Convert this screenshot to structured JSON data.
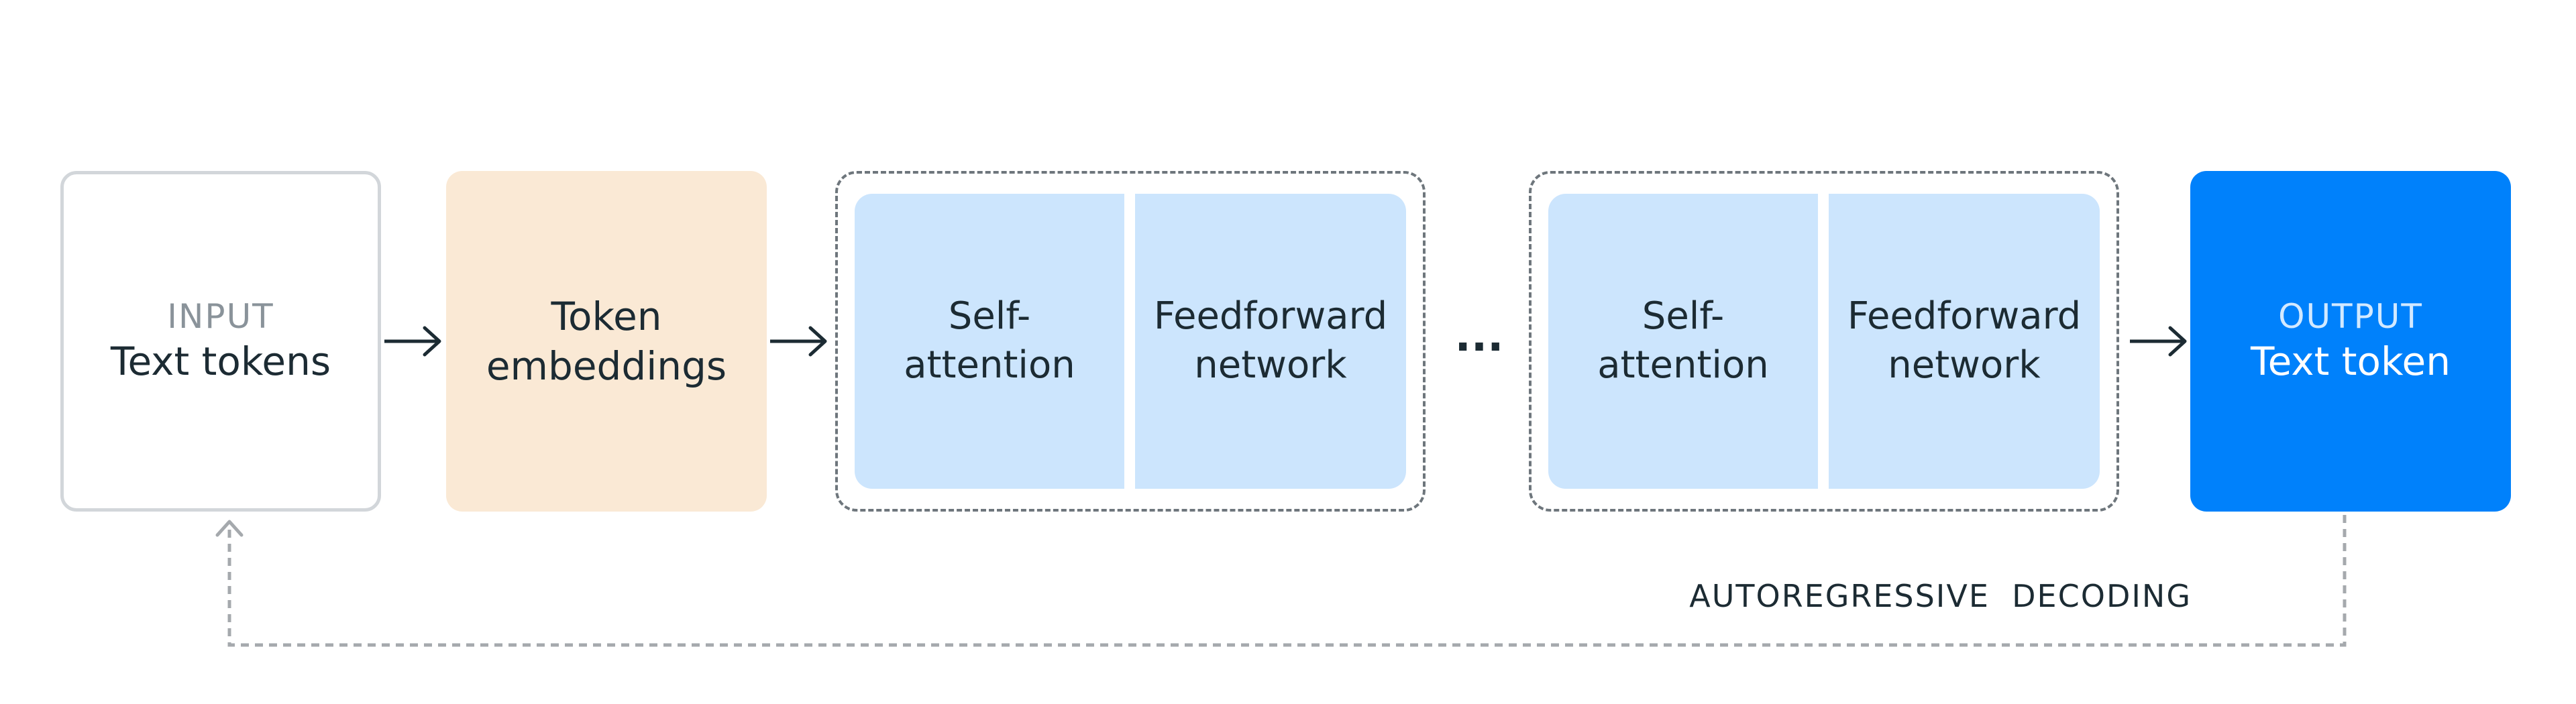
{
  "input": {
    "label": "INPUT",
    "text": "Text tokens"
  },
  "embeddings": {
    "line1": "Token",
    "line2": "embeddings"
  },
  "blocks": [
    {
      "self_attention": {
        "line1": "Self-",
        "line2": "attention"
      },
      "feedforward": {
        "line1": "Feedforward",
        "line2": "network"
      }
    },
    {
      "self_attention": {
        "line1": "Self-",
        "line2": "attention"
      },
      "feedforward": {
        "line1": "Feedforward",
        "line2": "network"
      }
    }
  ],
  "ellipsis": "...",
  "output": {
    "label": "OUTPUT",
    "text": "Text token"
  },
  "loop_label": "AUTOREGRESSIVE  DECODING",
  "colors": {
    "input_border": "#d2d6da",
    "embeddings_fill": "#fae9d5",
    "layer_fill": "#cce5fd",
    "output_fill": "#0081fb",
    "text_dark": "#1c2b33",
    "dashed_border": "#6e767c",
    "loop_line": "#a5a9ad"
  }
}
